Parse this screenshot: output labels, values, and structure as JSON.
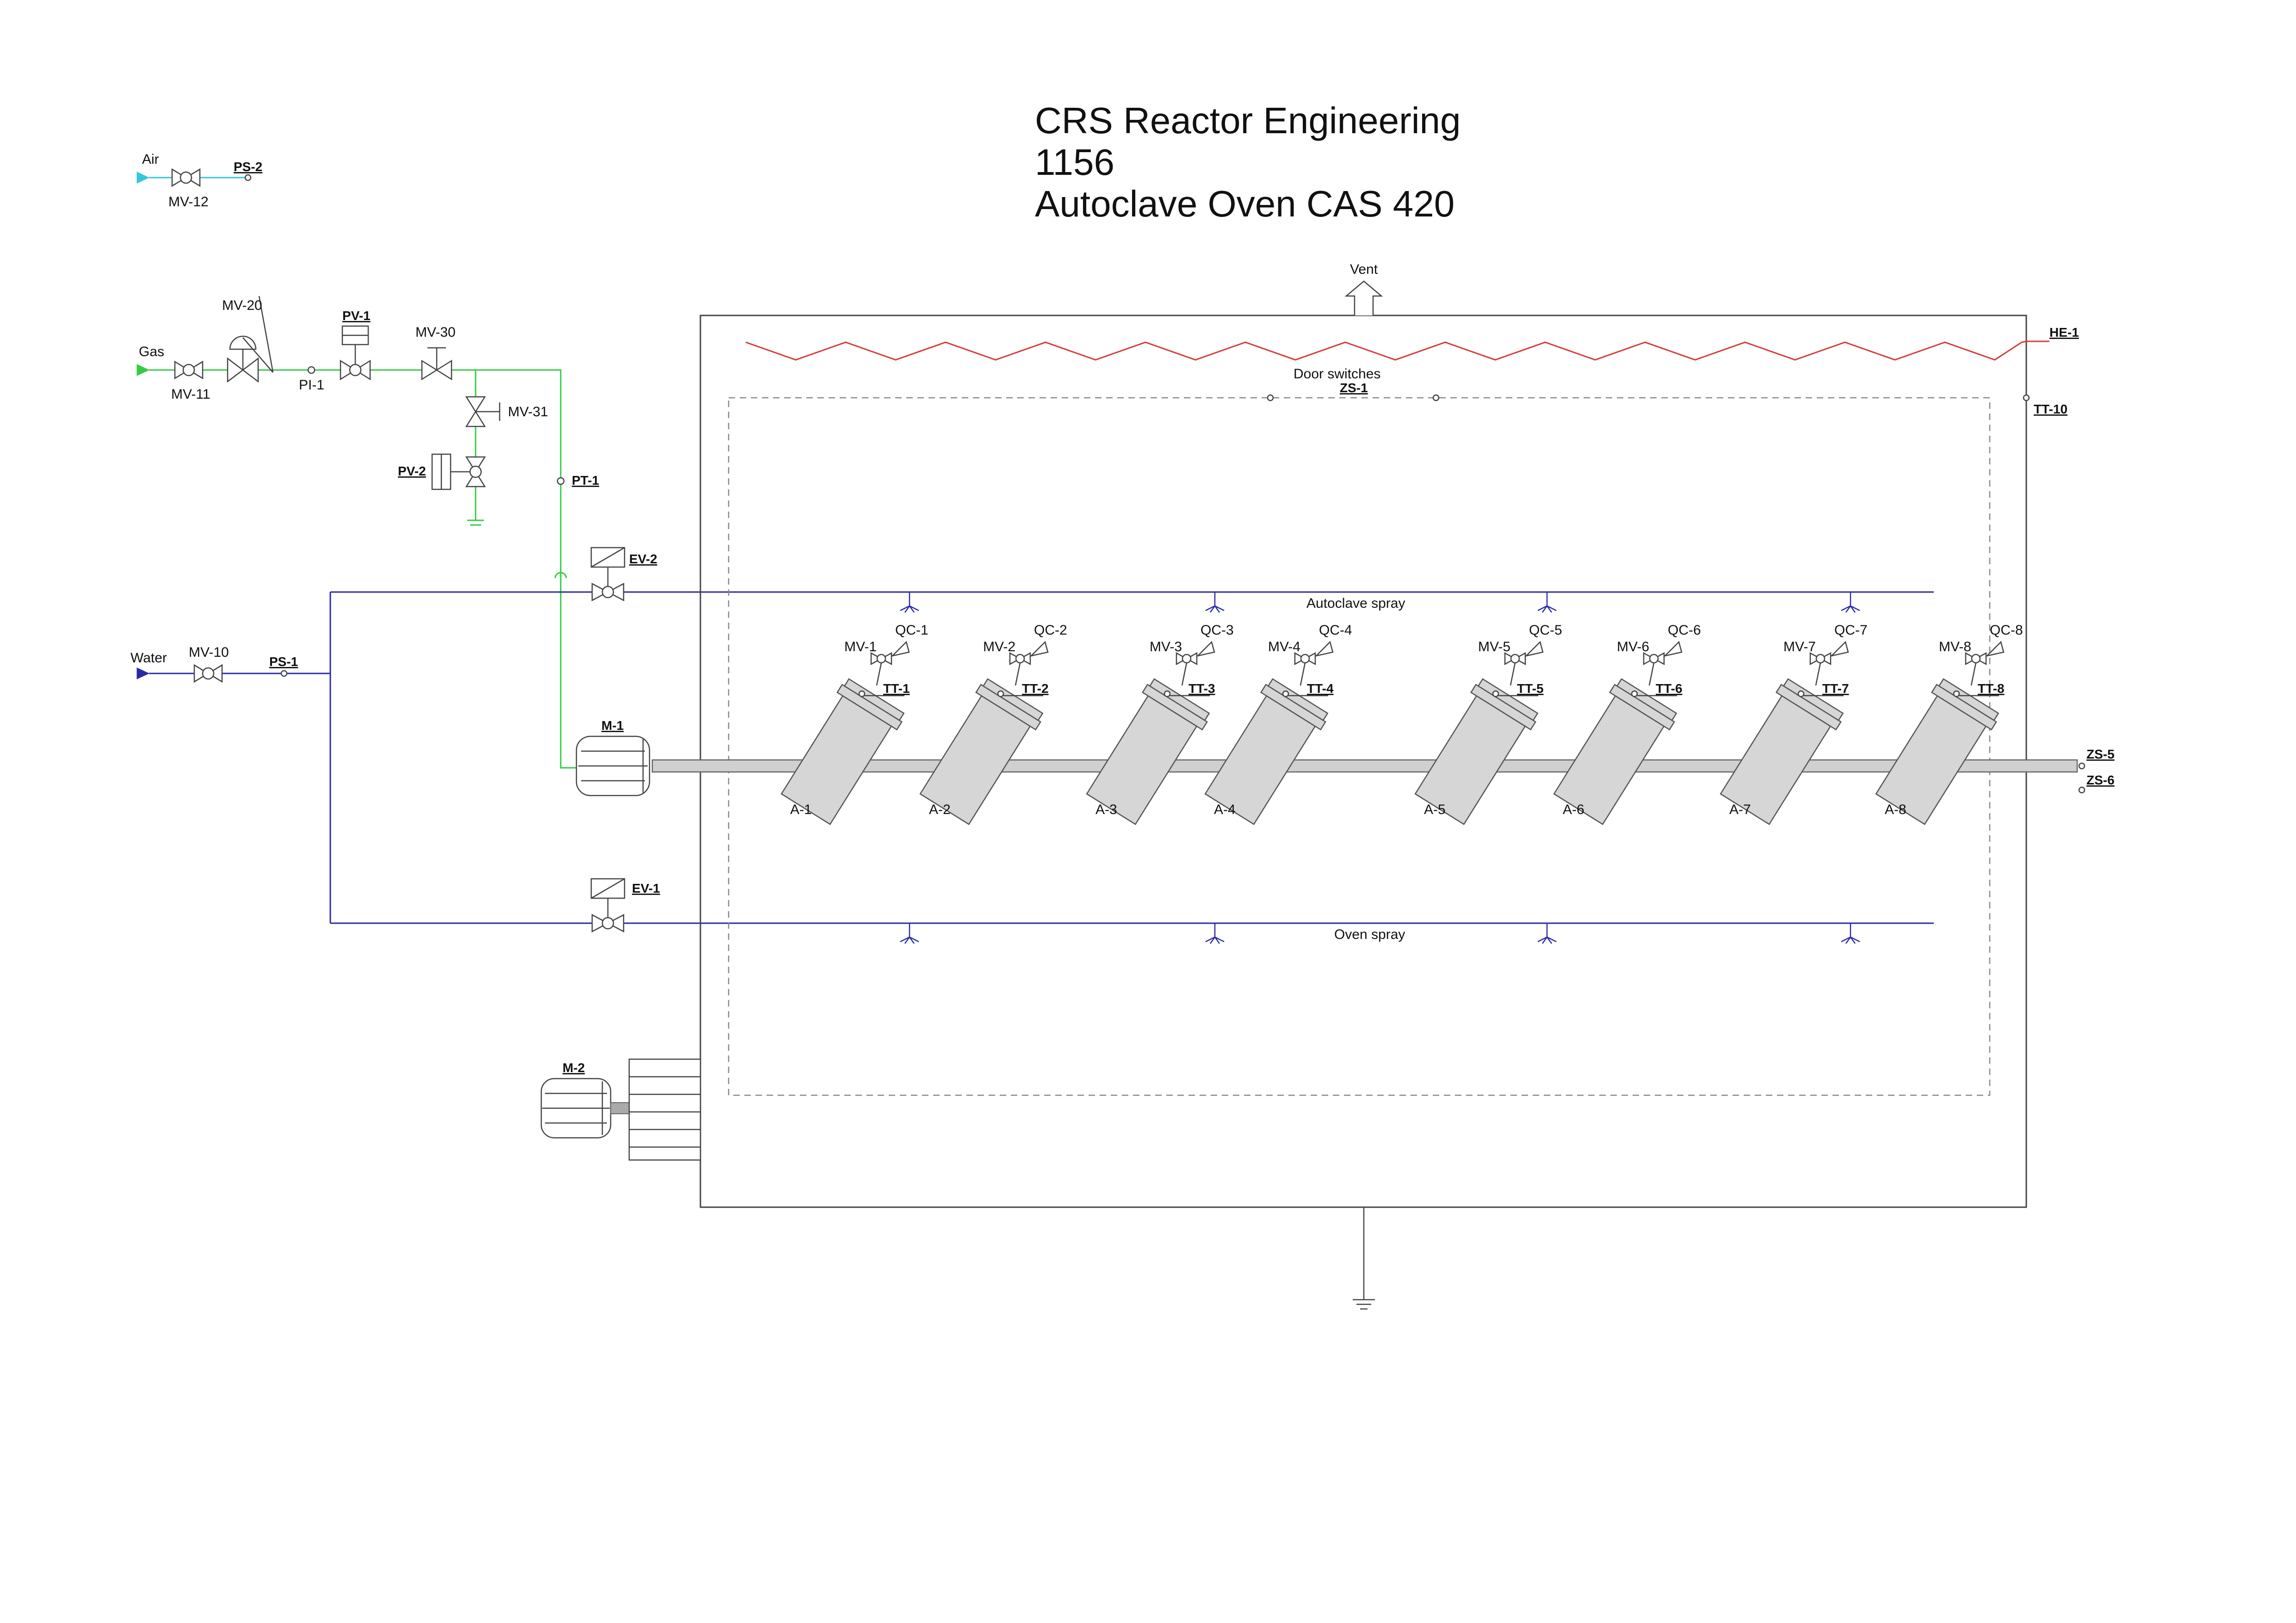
{
  "title": {
    "line1": "CRS Reactor Engineering",
    "line2": "1156",
    "line3": "Autoclave Oven CAS 420"
  },
  "colors": {
    "air": "#33c8d8",
    "gas": "#33cc44",
    "water": "#2a2aa8",
    "heater": "#d83a3a",
    "frame": "#444444"
  },
  "labels": {
    "air": "Air",
    "gas": "Gas",
    "water": "Water",
    "vent": "Vent",
    "door_switches": "Door switches",
    "autoclave_spray": "Autoclave spray",
    "oven_spray": "Oven spray",
    "pi1": "PI-1"
  },
  "tags": {
    "ps2": "PS-2",
    "ps1": "PS-1",
    "pv1": "PV-1",
    "pv2": "PV-2",
    "pt1": "PT-1",
    "ev1": "EV-1",
    "ev2": "EV-2",
    "m1": "M-1",
    "m2": "M-2",
    "he1": "HE-1",
    "zs1": "ZS-1",
    "zs5": "ZS-5",
    "zs6": "ZS-6",
    "tt10": "TT-10"
  },
  "valves": {
    "mv10": "MV-10",
    "mv11": "MV-11",
    "mv12": "MV-12",
    "mv20": "MV-20",
    "mv30": "MV-30",
    "mv31": "MV-31"
  },
  "reactors": [
    {
      "vessel": "A-1",
      "valve": "MV-1",
      "qc": "QC-1",
      "tt": "TT-1"
    },
    {
      "vessel": "A-2",
      "valve": "MV-2",
      "qc": "QC-2",
      "tt": "TT-2"
    },
    {
      "vessel": "A-3",
      "valve": "MV-3",
      "qc": "QC-3",
      "tt": "TT-3"
    },
    {
      "vessel": "A-4",
      "valve": "MV-4",
      "qc": "QC-4",
      "tt": "TT-4"
    },
    {
      "vessel": "A-5",
      "valve": "MV-5",
      "qc": "QC-5",
      "tt": "TT-5"
    },
    {
      "vessel": "A-6",
      "valve": "MV-6",
      "qc": "QC-6",
      "tt": "TT-6"
    },
    {
      "vessel": "A-7",
      "valve": "MV-7",
      "qc": "QC-7",
      "tt": "TT-7"
    },
    {
      "vessel": "A-8",
      "valve": "MV-8",
      "qc": "QC-8",
      "tt": "TT-8"
    }
  ]
}
